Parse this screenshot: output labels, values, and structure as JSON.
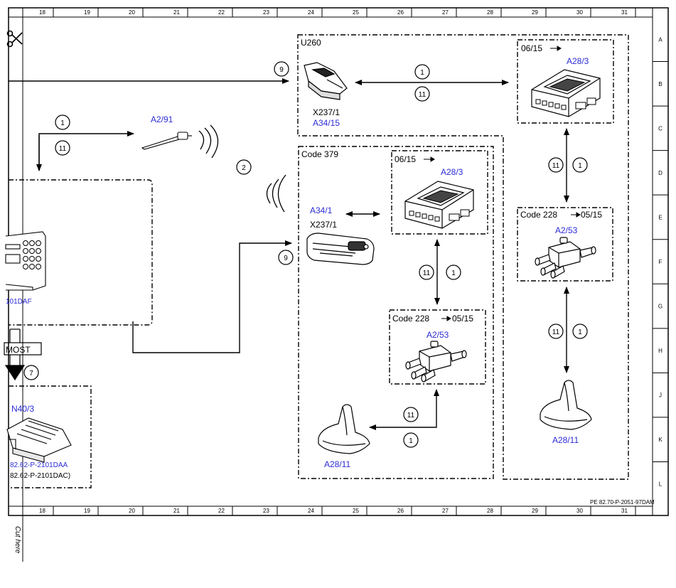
{
  "ruler": {
    "top": [
      "18",
      "19",
      "20",
      "21",
      "22",
      "23",
      "24",
      "25",
      "26",
      "27",
      "28",
      "29",
      "30",
      "31"
    ],
    "bottom": [
      "18",
      "19",
      "20",
      "21",
      "22",
      "23",
      "24",
      "25",
      "26",
      "27",
      "28",
      "29",
      "30",
      "31"
    ],
    "right": [
      "A",
      "B",
      "C",
      "D",
      "E",
      "F",
      "G",
      "H",
      "J",
      "K",
      "L"
    ]
  },
  "cut_here": "Cut here",
  "scissors_icon": "scissors-icon",
  "doc_ref": "PE 82.70-P-2051-97DAM",
  "colors": {
    "blue": "#2b2bd6",
    "black": "#000000"
  },
  "boxes": {
    "u260": "U260",
    "code379": "Code 379",
    "code228_inner": "Code 228",
    "code228_inner_date": "05/15",
    "code228_outer": "Code 228",
    "code228_outer_date": "05/15",
    "date_inner": "06/15",
    "date_outer": "06/15"
  },
  "components": {
    "a2_91": "A2/91",
    "x237_1_top": "X237/1",
    "a34_15": "A34/15",
    "a28_3_outer": "A28/3",
    "a28_3_inner": "A28/3",
    "a34_1": "A34/1",
    "x237_1_mid": "X237/1",
    "a2_53_inner": "A2/53",
    "a2_53_outer": "A2/53",
    "a28_11_inner": "A28/11",
    "a28_11_outer": "A28/11",
    "n40_3": "N40/3",
    "ref_101daf": "101DAF",
    "ref_2101daa": "82.62-P-2101DAA",
    "ref_2101dac": "82.62-P-2101DAC)",
    "most": "MOST"
  },
  "callouts": {
    "c9_top": "9",
    "c1_top": "1",
    "c11_top": "11",
    "c1_left": "1",
    "c11_left": "11",
    "c2": "2",
    "c9_mid": "9",
    "c11_inner_v": "11",
    "c1_inner_v": "1",
    "c11_outer_v": "11",
    "c1_outer_v": "1",
    "c11_inner_h": "11",
    "c1_inner_h": "1",
    "c11_outer_v2": "11",
    "c1_outer_v2": "1",
    "c7": "7"
  }
}
